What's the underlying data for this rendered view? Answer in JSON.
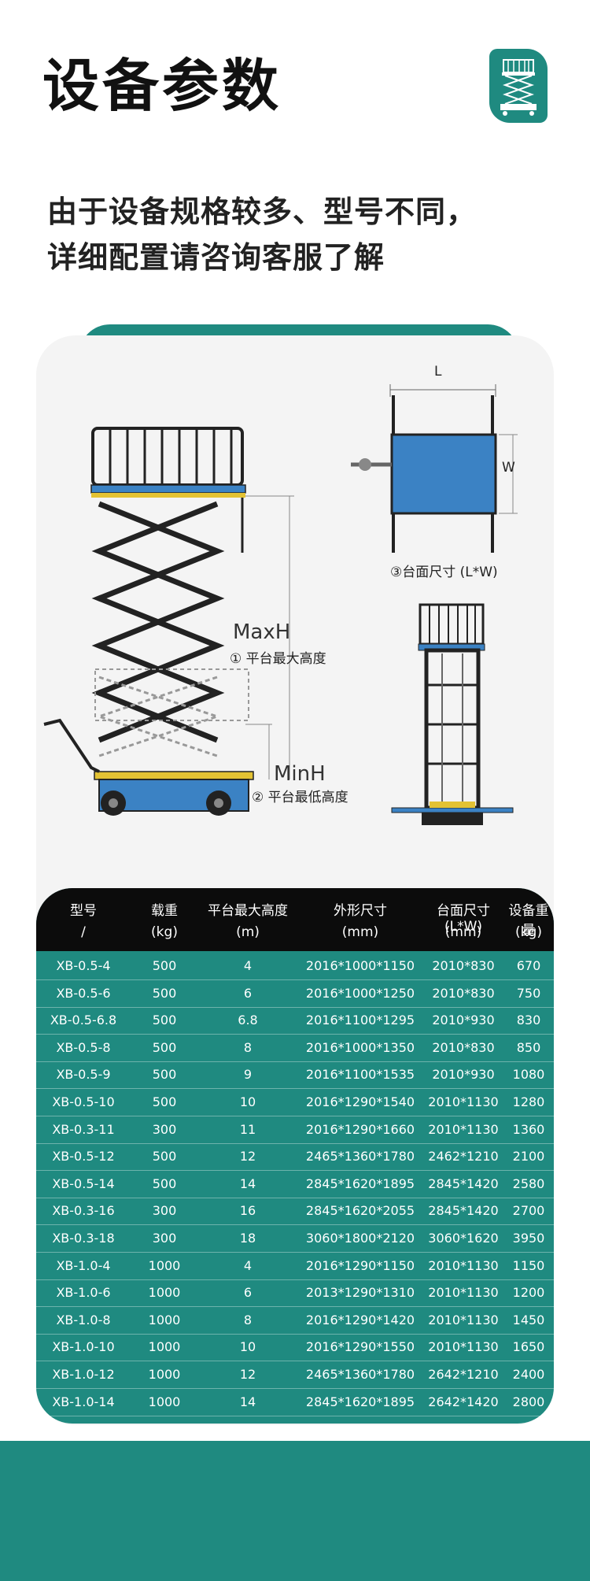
{
  "header": {
    "title": "设备参数",
    "intro_line1": "由于设备规格较多、型号不同，",
    "intro_line2": "详细配置请咨询客服了解"
  },
  "logo": {
    "icon": "scissor-lift-icon"
  },
  "diagram": {
    "max_label": "MaxH",
    "max_desc": "① 平台最大高度",
    "min_label": "MinH",
    "min_desc": "② 平台最低高度",
    "dim_l": "L",
    "dim_w": "W",
    "platform_desc": "③台面尺寸 (L*W)"
  },
  "table": {
    "headers": [
      {
        "top": "型号",
        "bottom": "/"
      },
      {
        "top": "载重",
        "bottom": "(kg)"
      },
      {
        "top": "平台最大高度",
        "bottom": "(m)"
      },
      {
        "top": "外形尺寸",
        "bottom": "(mm)"
      },
      {
        "top": "台面尺寸(L*W)",
        "bottom": "(mm)"
      },
      {
        "top": "设备重量",
        "bottom": "(kg)"
      }
    ],
    "rows": [
      [
        "XB-0.5-4",
        "500",
        "4",
        "2016*1000*1150",
        "2010*830",
        "670"
      ],
      [
        "XB-0.5-6",
        "500",
        "6",
        "2016*1000*1250",
        "2010*830",
        "750"
      ],
      [
        "XB-0.5-6.8",
        "500",
        "6.8",
        "2016*1100*1295",
        "2010*930",
        "830"
      ],
      [
        "XB-0.5-8",
        "500",
        "8",
        "2016*1000*1350",
        "2010*830",
        "850"
      ],
      [
        "XB-0.5-9",
        "500",
        "9",
        "2016*1100*1535",
        "2010*930",
        "1080"
      ],
      [
        "XB-0.5-10",
        "500",
        "10",
        "2016*1290*1540",
        "2010*1130",
        "1280"
      ],
      [
        "XB-0.3-11",
        "300",
        "11",
        "2016*1290*1660",
        "2010*1130",
        "1360"
      ],
      [
        "XB-0.5-12",
        "500",
        "12",
        "2465*1360*1780",
        "2462*1210",
        "2100"
      ],
      [
        "XB-0.5-14",
        "500",
        "14",
        "2845*1620*1895",
        "2845*1420",
        "2580"
      ],
      [
        "XB-0.3-16",
        "300",
        "16",
        "2845*1620*2055",
        "2845*1420",
        "2700"
      ],
      [
        "XB-0.3-18",
        "300",
        "18",
        "3060*1800*2120",
        "3060*1620",
        "3950"
      ],
      [
        "XB-1.0-4",
        "1000",
        "4",
        "2016*1290*1150",
        "2010*1130",
        "1150"
      ],
      [
        "XB-1.0-6",
        "1000",
        "6",
        "2013*1290*1310",
        "2010*1130",
        "1200"
      ],
      [
        "XB-1.0-8",
        "1000",
        "8",
        "2016*1290*1420",
        "2010*1130",
        "1450"
      ],
      [
        "XB-1.0-10",
        "1000",
        "10",
        "2016*1290*1550",
        "2010*1130",
        "1650"
      ],
      [
        "XB-1.0-12",
        "1000",
        "12",
        "2465*1360*1780",
        "2642*1210",
        "2400"
      ],
      [
        "XB-1.0-14",
        "1000",
        "14",
        "2845*1620*1895",
        "2642*1420",
        "2800"
      ]
    ]
  },
  "colors": {
    "accent": "#1f8a80",
    "header_bg": "#0c0c0c",
    "platform_blue": "#3b82c4"
  }
}
